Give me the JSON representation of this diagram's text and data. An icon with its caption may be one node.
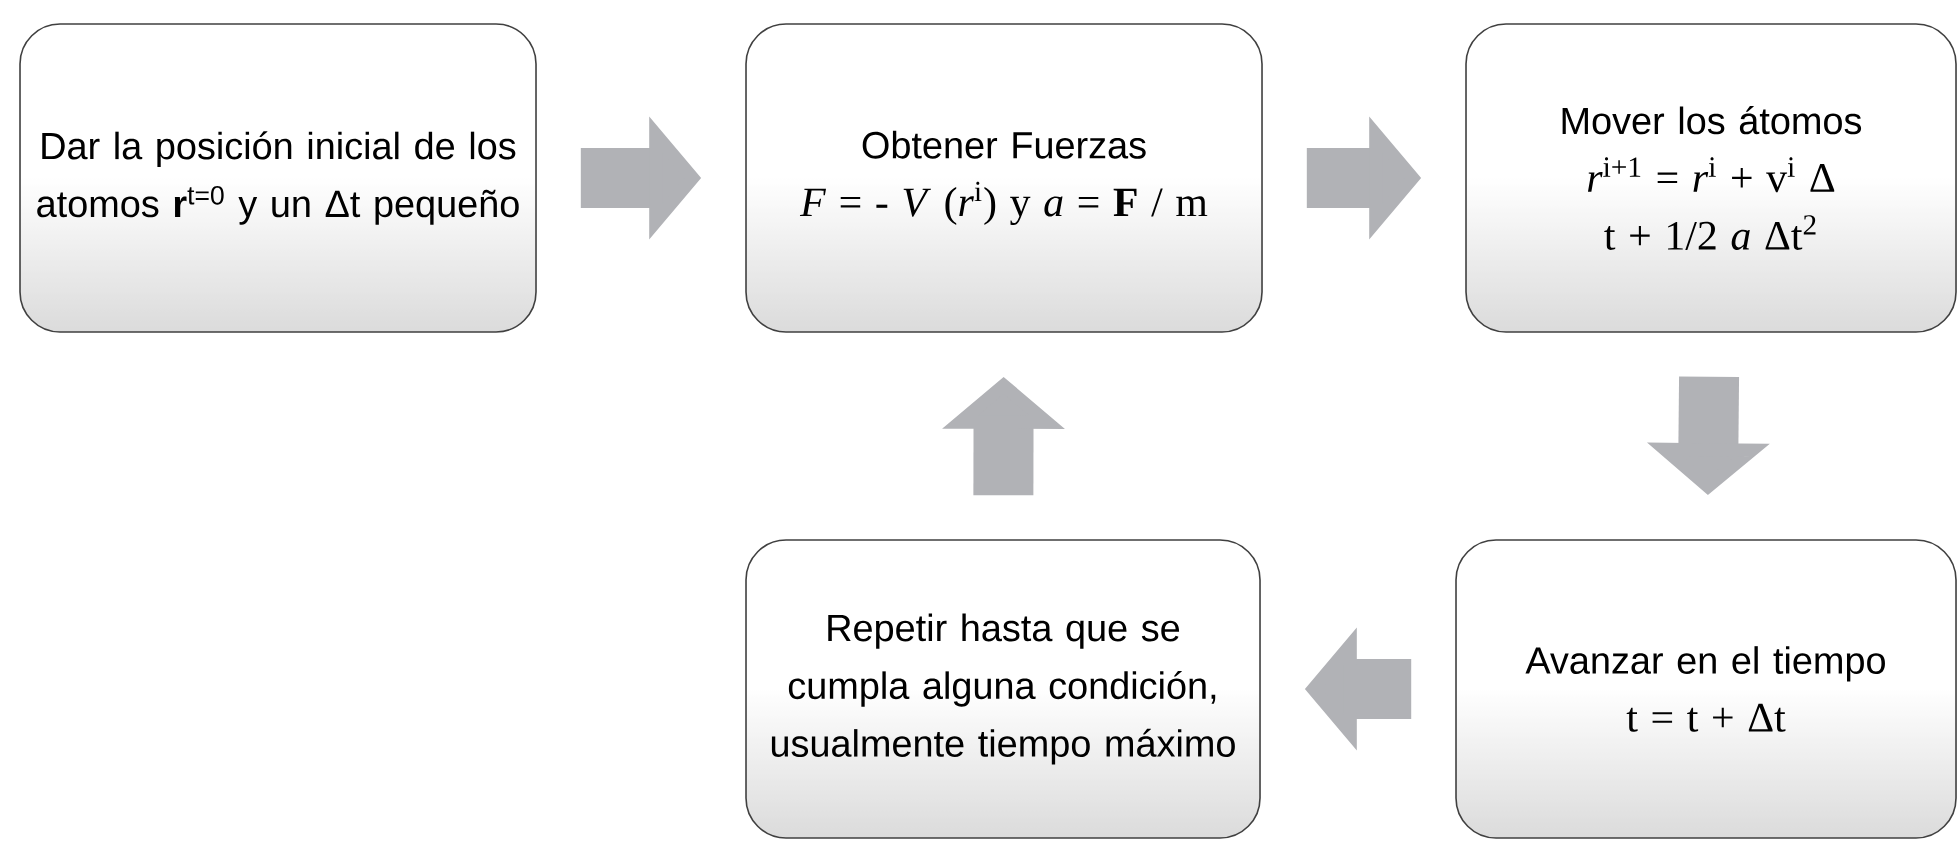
{
  "diagram": {
    "nodes": [
      {
        "text": [
          "Dar la posición inicial de los atomos **r**$^{t=0}$ y un Δt pequeño"
        ]
      },
      {
        "text": [
          "Obtener Fuerzas",
          "*F* = - *V* (*r*$^{i}$) y *a* = **F** / m"
        ]
      },
      {
        "text": [
          "Mover los átomos",
          "*r*$^{i+1}$ = *r*$^{i}$ + v$^{i}$ Δ t + 1/2 *a* Δt$^{2}$"
        ]
      },
      {
        "text": [
          "Avanzar en el tiempo",
          "t = t + Δt"
        ]
      },
      {
        "text": [
          "Repetir hasta que se cumpla alguna condición, usualmente tiempo máximo"
        ]
      }
    ],
    "edges": [
      {
        "from": 0,
        "to": 1,
        "arrow": "to"
      },
      {
        "from": 1,
        "to": 2,
        "arrow": "to"
      },
      {
        "from": 2,
        "to": 3,
        "arrow": "to"
      },
      {
        "from": 3,
        "to": 4,
        "arrow": "to"
      },
      {
        "from": 4,
        "to": 1,
        "arrow": "to"
      }
    ]
  }
}
